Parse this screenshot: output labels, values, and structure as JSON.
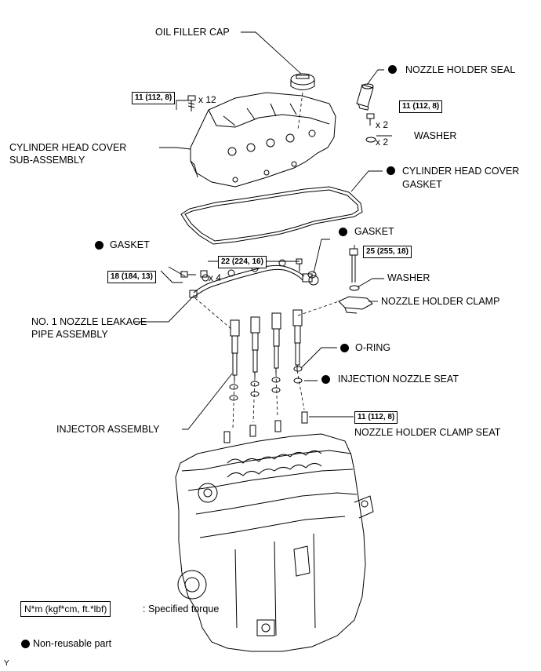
{
  "labels": {
    "oil_filler_cap": "OIL FILLER CAP",
    "nozzle_holder_seal": "NOZZLE HOLDER SEAL",
    "washer_top": "WASHER",
    "cyl_head_cover_line1": "CYLINDER HEAD COVER",
    "cyl_head_cover_line2": "SUB-ASSEMBLY",
    "cyl_head_cover_gasket_line1": "CYLINDER HEAD COVER",
    "cyl_head_cover_gasket_line2": "GASKET",
    "gasket_left": "GASKET",
    "gasket_right": "GASKET",
    "washer_mid": "WASHER",
    "nozzle_holder_clamp": "NOZZLE HOLDER CLAMP",
    "leakage_pipe_line1": "NO. 1 NOZZLE LEAKAGE",
    "leakage_pipe_line2": "PIPE ASSEMBLY",
    "o_ring": "O-RING",
    "injection_nozzle_seat": "INJECTION NOZZLE SEAT",
    "injector_assembly": "INJECTOR ASSEMBLY",
    "nozzle_holder_clamp_seat": "NOZZLE HOLDER CLAMP SEAT"
  },
  "torques": {
    "cover_bolts": "11 (112, 8)",
    "seal_bolts": "11 (112, 8)",
    "pipe_bolt_22": "22 (224, 16)",
    "clamp_bolt_25": "25 (255, 18)",
    "pipe_bolt_18": "18 (184, 13)",
    "clamp_seat": "11 (112, 8)"
  },
  "quantities": {
    "cover_bolts": "x 12",
    "seal_bolts": "x 2",
    "washer": "x 2",
    "pipe_bolts": "x 4"
  },
  "legend": {
    "torque_unit": "N*m (kgf*cm, ft.*lbf)",
    "torque_desc": ": Specified torque",
    "non_reusable": "Non-reusable part"
  },
  "footer_code": "Y",
  "colors": {
    "ink": "#000000",
    "paper": "#ffffff"
  }
}
